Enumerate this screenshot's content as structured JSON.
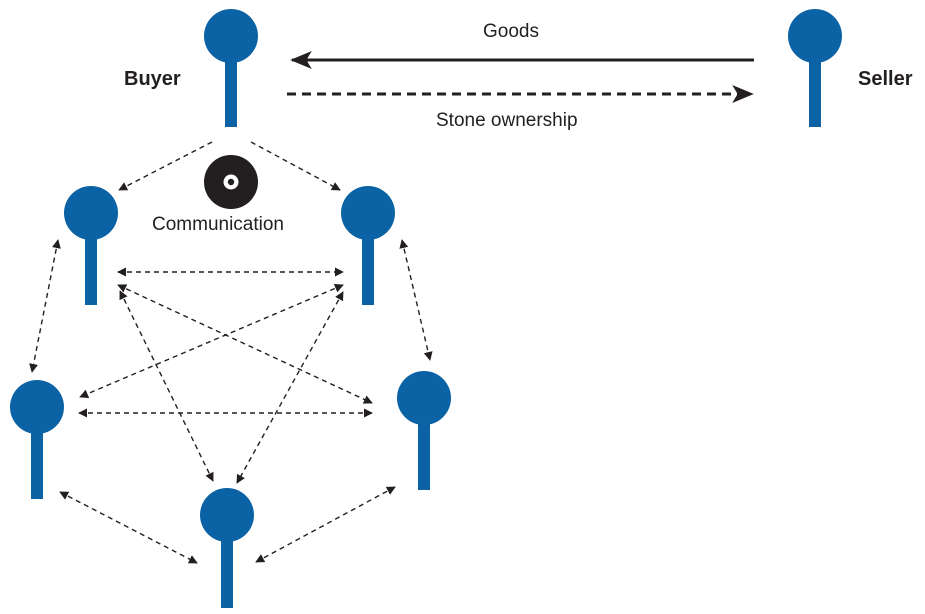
{
  "colors": {
    "figure": "#0b63a5",
    "arrow": "#231f20",
    "symbol": "#231f20",
    "background": "#ffffff"
  },
  "labels": {
    "buyer": "Buyer",
    "seller": "Seller",
    "goods": "Goods",
    "stone_ownership": "Stone ownership",
    "communication": "Communication"
  },
  "icons": {
    "person": "pin-figure-icon",
    "communication": "communication-symbol-icon"
  },
  "figures": [
    "buyer",
    "seller",
    "member-1",
    "member-2",
    "member-3",
    "member-4",
    "member-5"
  ]
}
